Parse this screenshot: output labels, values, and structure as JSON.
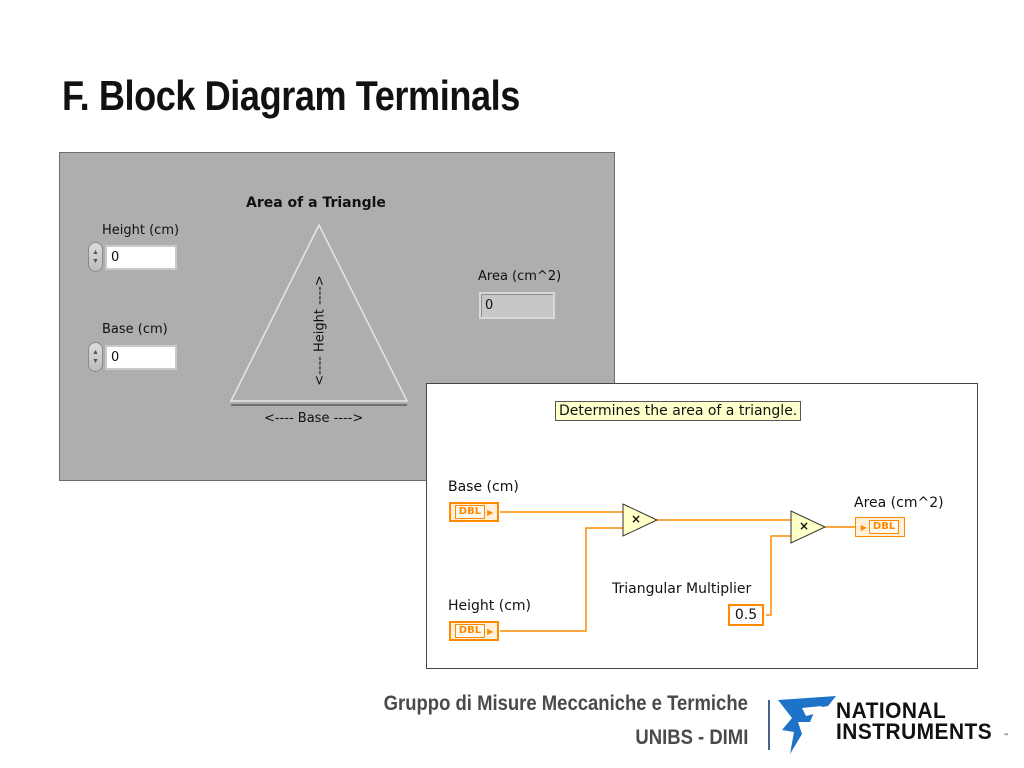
{
  "slide": {
    "title": "F. Block Diagram Terminals"
  },
  "front_panel": {
    "title": "Area of a Triangle",
    "height_control": {
      "label": "Height (cm)",
      "value": "0"
    },
    "base_control": {
      "label": "Base (cm)",
      "value": "0"
    },
    "area_indicator": {
      "label": "Area (cm^2)",
      "value": "0"
    },
    "triangle_height_label": "<---- Height ---->",
    "triangle_base_label": "<---- Base ---->"
  },
  "block_diagram": {
    "comment": "Determines the area of a triangle.",
    "base_terminal": {
      "label": "Base (cm)",
      "type": "DBL"
    },
    "height_terminal": {
      "label": "Height (cm)",
      "type": "DBL"
    },
    "area_terminal": {
      "label": "Area (cm^2)",
      "type": "DBL"
    },
    "multiply_symbol": "×",
    "constant": {
      "label": "Triangular Multiplier",
      "value": "0.5"
    },
    "wire_color": "#ff8a00"
  },
  "footer": {
    "line1": "Gruppo di Misure Meccaniche e Termiche",
    "line2": "UNIBS - DIMI",
    "logo_line1": "NATIONAL",
    "logo_line2": "INSTRUMENTS",
    "logo_tm": "™",
    "logo_icon": "ni-eagle-icon"
  }
}
